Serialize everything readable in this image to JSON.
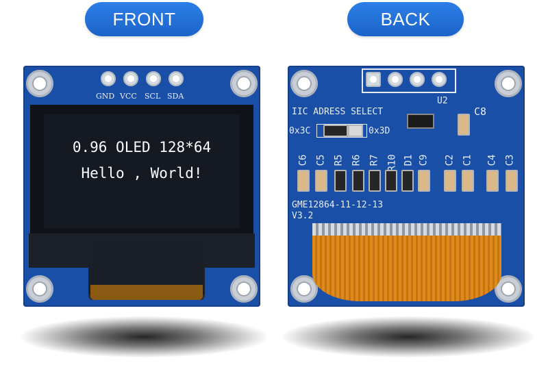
{
  "labels": {
    "front": "FRONT",
    "back": "BACK"
  },
  "front": {
    "pins": [
      "GND",
      "VCC",
      "SCL",
      "SDA"
    ],
    "screen_line1": "0.96 OLED 128*64",
    "screen_line2": "Hello , World!"
  },
  "back": {
    "iic_label": "IIC ADRESS SELECT",
    "addr_left": "0x3C",
    "addr_right": "0x3D",
    "u2": "U2",
    "c8": "C8",
    "components": [
      "C6",
      "C5",
      "R5",
      "R6",
      "R7",
      "R10",
      "D1",
      "C9",
      "C2",
      "C1",
      "C4",
      "C3"
    ],
    "model": "GME12864-11-12-13",
    "version": "V3.2"
  },
  "colors": {
    "pill": "#1b63c9",
    "pcb": "#1a4fa8",
    "screen": "#0f1217"
  }
}
